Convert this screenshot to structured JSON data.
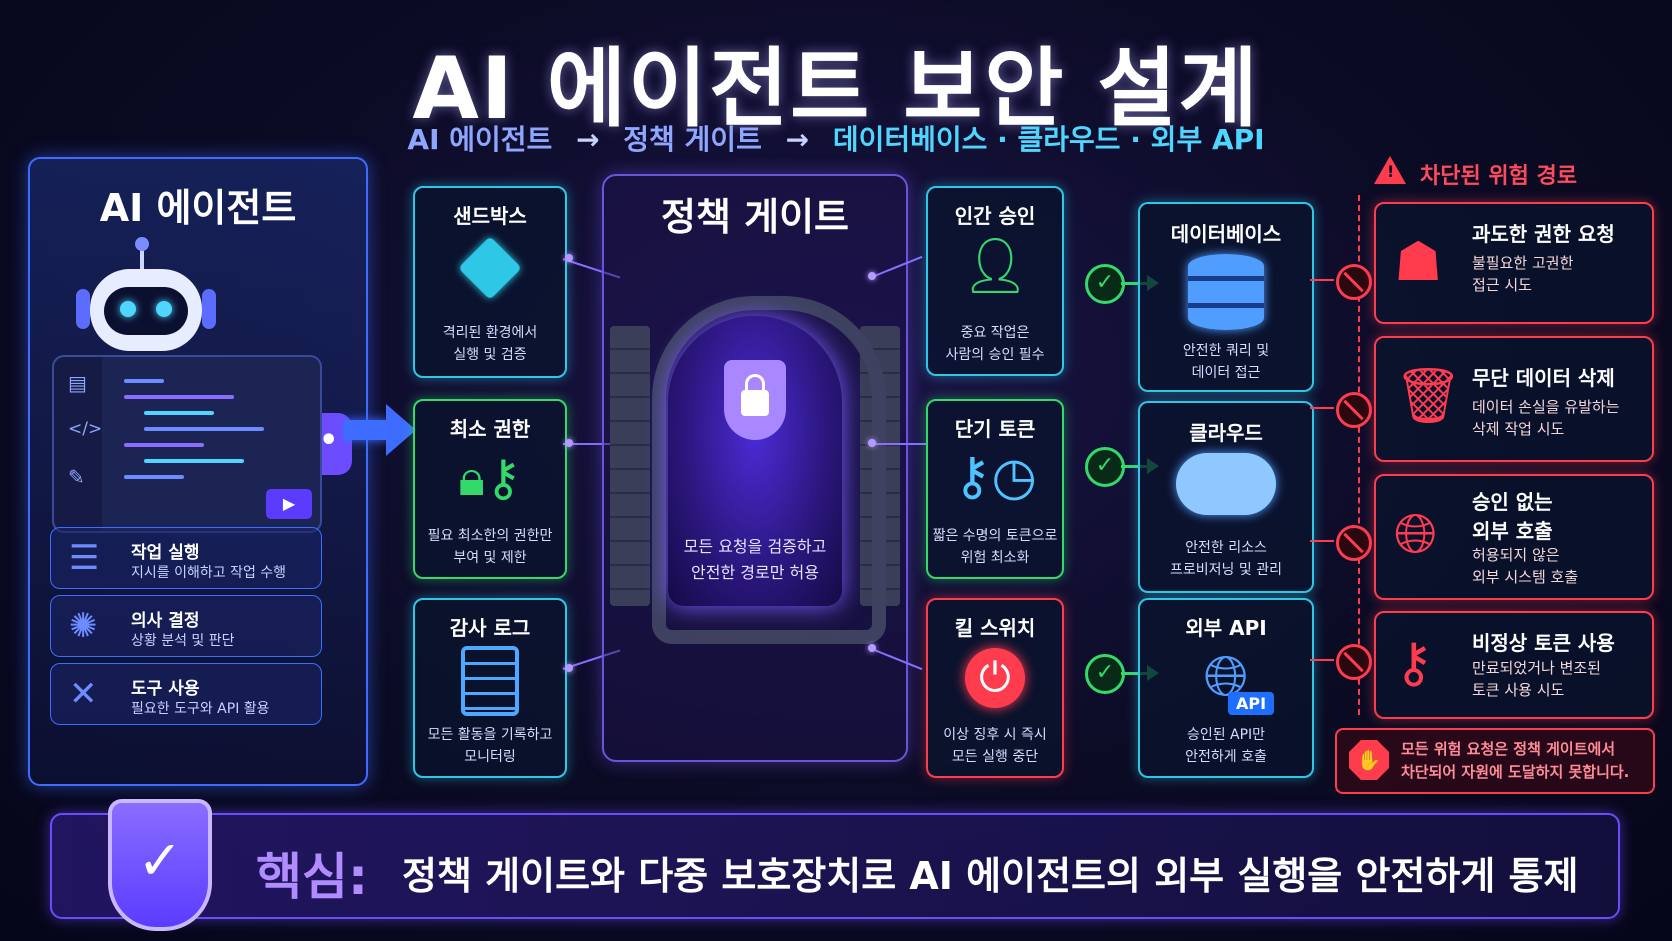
{
  "title": "AI 에이전트 보안 설계",
  "flow": {
    "step1": "AI 에이전트",
    "arrow1": "→",
    "step2": "정책 게이트",
    "arrow2": "→",
    "step3": "데이터베이스 · 클라우드 · 외부 API"
  },
  "agent": {
    "title": "AI 에이전트",
    "bubble": "•••",
    "skills": [
      {
        "title": "작업 실행",
        "desc": "지시를 이해하고 작업 수행",
        "icon": "checklist-icon"
      },
      {
        "title": "의사 결정",
        "desc": "상황 분석 및 판단",
        "icon": "brain-icon"
      },
      {
        "title": "도구 사용",
        "desc": "필요한 도구와 API 활용",
        "icon": "tools-icon"
      }
    ]
  },
  "left_controls": [
    {
      "title": "샌드박스",
      "desc1": "격리된 환경에서",
      "desc2": "실행 및 검증",
      "icon": "cube-icon"
    },
    {
      "title": "최소 권한",
      "desc1": "필요 최소한의 권한만",
      "desc2": "부여 및 제한",
      "icon": "lock-key-icon"
    },
    {
      "title": "감사 로그",
      "desc1": "모든 활동을 기록하고",
      "desc2": "모니터링",
      "icon": "clipboard-icon"
    }
  ],
  "gate": {
    "title": "정책 게이트",
    "desc1": "모든 요청을 검증하고",
    "desc2": "안전한 경로만 허용"
  },
  "right_controls": [
    {
      "title": "인간 승인",
      "desc1": "중요 작업은",
      "desc2": "사람의 승인 필수",
      "icon": "user-check-icon"
    },
    {
      "title": "단기 토큰",
      "desc1": "짧은 수명의 토큰으로",
      "desc2": "위험 최소화",
      "icon": "key-clock-icon"
    },
    {
      "title": "킬 스위치",
      "desc1": "이상 징후 시 즉시",
      "desc2": "모든 실행 중단",
      "icon": "power-icon"
    }
  ],
  "resources": [
    {
      "title": "데이터베이스",
      "desc1": "안전한 쿼리 및",
      "desc2": "데이터 접근",
      "icon": "database-icon"
    },
    {
      "title": "클라우드",
      "desc1": "안전한 리소스",
      "desc2": "프로비저닝 및 관리",
      "icon": "cloud-icon"
    },
    {
      "title": "외부 API",
      "desc1": "승인된 API만",
      "desc2": "안전하게 호출",
      "icon": "globe-api-icon",
      "badge": "API"
    }
  ],
  "threats": {
    "heading": "차단된 위험 경로",
    "items": [
      {
        "title": "과도한 권한 요청",
        "desc1": "불필요한 고권한",
        "desc2": "접근 시도",
        "icon": "hacker-icon"
      },
      {
        "title": "무단 데이터 삭제",
        "desc1": "데이터 손실을 유발하는",
        "desc2": "삭제 작업 시도",
        "icon": "trash-icon"
      },
      {
        "title1": "승인 없는",
        "title2": "외부 호출",
        "desc1": "허용되지 않은",
        "desc2": "외부 시스템 호출",
        "icon": "globe-alert-icon"
      },
      {
        "title": "비정상 토큰 사용",
        "desc1": "만료되었거나 변조된",
        "desc2": "토큰 사용 시도",
        "icon": "key-icon"
      }
    ],
    "note1": "모든 위험 요청은 정책 게이트에서",
    "note2": "차단되어 자원에 도달하지 못합니다."
  },
  "core": {
    "label": "핵심:",
    "text": "정책 게이트와 다중 보호장치로 AI 에이전트의 외부 실행을 안전하게 통제"
  },
  "colors": {
    "accent_blue": "#3d6cff",
    "accent_cyan": "#2ec8e6",
    "accent_green": "#33d96b",
    "accent_red": "#ff3b4e",
    "accent_purple": "#6a4cff"
  }
}
